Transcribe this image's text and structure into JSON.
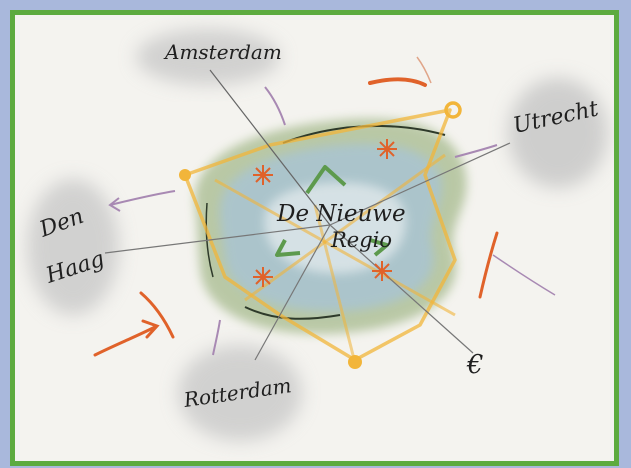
{
  "sketch": {
    "center_label_line1": "De Nieuwe",
    "center_label_line2": "Regio",
    "cities": {
      "amsterdam": "Amsterdam",
      "utrecht": "Utrecht",
      "den_haag_line1": "Den",
      "den_haag_line2": "Haag",
      "rotterdam": "Rotterdam"
    },
    "currency_symbol": "€",
    "colors": {
      "frame_border": "#5dab3f",
      "page_background": "#a9b8dc",
      "paper": "#f4f3ef",
      "region_green": "#8aa66b",
      "water_blue": "#9fbccc",
      "orange_arrows": "#e0622a",
      "yellow_ring": "#f2b53a",
      "purple_arrows": "#a889b3",
      "green_arrows": "#5d9a4d",
      "city_cloud": "#c9c9c9"
    }
  }
}
